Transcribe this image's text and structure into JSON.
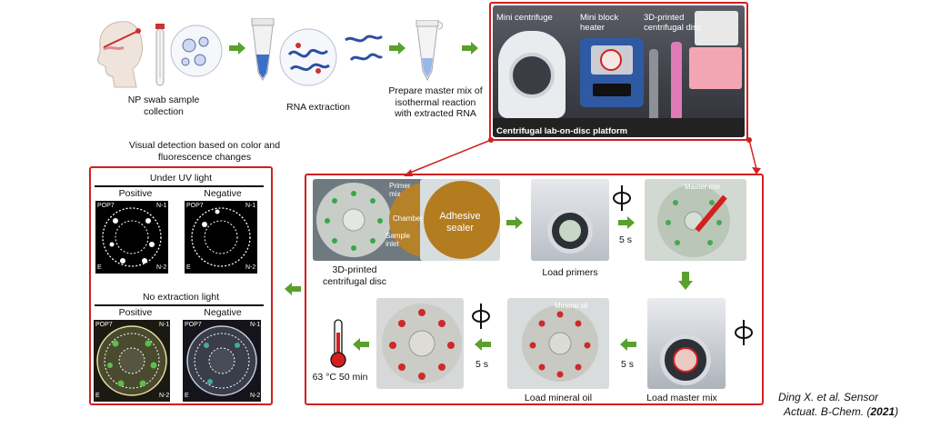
{
  "workflow": {
    "swab_caption": "NP swab sample collection",
    "rna_caption": "RNA extraction",
    "master_caption": "Prepare master mix of isothermal reaction with extracted RNA"
  },
  "platform": {
    "title": "Centrifugal lab-on-disc platform",
    "labels": [
      "Mini centrifuge",
      "Mini block heater",
      "3D-printed centrifugal disc"
    ]
  },
  "detection": {
    "caption": "Visual detection based on color and fluorescence changes",
    "uv_header": "Under UV light",
    "no_extraction_header": "No extraction light",
    "positive": "Positive",
    "negative": "Negative",
    "plate_labels": [
      "POP7",
      "N-1",
      "E",
      "N-2"
    ]
  },
  "steps": {
    "disc_caption": "3D-printed centrifugal disc",
    "disc_labels": [
      "Primer mix",
      "Chamber",
      "Sample inlet"
    ],
    "sealer_label": "Adhesive sealer",
    "load_primers": "Load primers",
    "spin_time": "5 s",
    "master_mix_label": "Master mix",
    "load_master_mix": "Load master mix",
    "mineral_oil_label": "Mineral oil",
    "load_mineral_oil": "Load mineral oil",
    "heat_label": "63 °C 50 min"
  },
  "citation": {
    "line1": "Ding X. et al. Sensor",
    "line2": "Actuat. B-Chem. (",
    "year": "2021",
    "close": ")"
  },
  "colors": {
    "accent_red": "#d21f1f",
    "arrow_green": "#5aa02c"
  }
}
